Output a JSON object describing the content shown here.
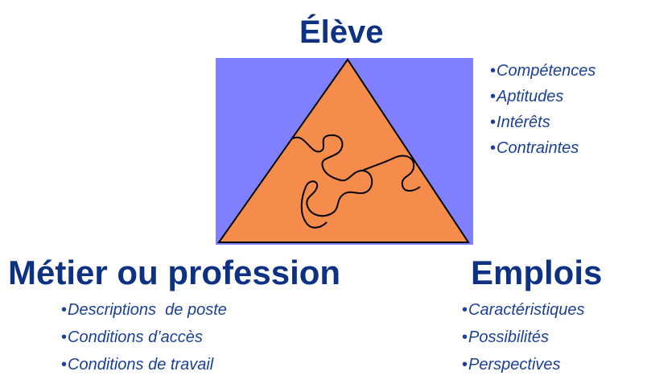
{
  "eleve": {
    "title": "Élève",
    "items": [
      "Compétences",
      "Aptitudes",
      "Intérêts",
      "Contraintes"
    ]
  },
  "metier": {
    "title": "Métier ou profession",
    "items": [
      "Descriptions  de poste",
      "Conditions d’accès",
      "Conditions de travail"
    ]
  },
  "emplois": {
    "title": "Emplois",
    "items": [
      "Caractéristiques",
      "Possibilités",
      "Perspectives"
    ]
  },
  "bullet": "•",
  "colors": {
    "background_square": "#8080ff",
    "triangle_fill": "#f58c4c",
    "outline": "#000000",
    "heading_text": "#0d3284",
    "list_text": "#1c3f9a"
  }
}
